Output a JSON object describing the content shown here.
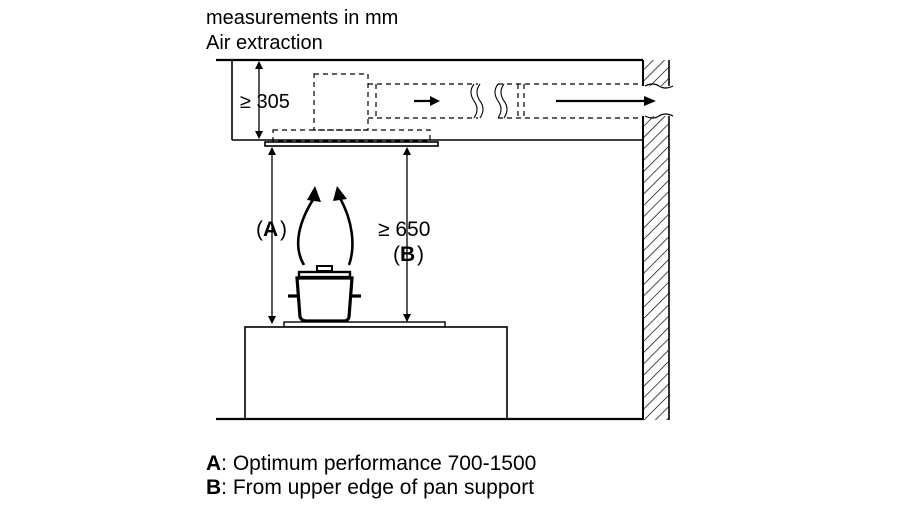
{
  "header": {
    "units_note": "measurements in mm",
    "mode": "Air extraction"
  },
  "dimensions": {
    "duct_clearance": "≥ 305",
    "min_height": "≥ 650",
    "label_a": "A",
    "label_b": "B",
    "paren_open": "(",
    "paren_close": ")"
  },
  "legend": {
    "a_key": "A",
    "a_text": ": Optimum performance 700-1500",
    "b_key": "B",
    "b_text": ": From upper edge of pan support"
  }
}
